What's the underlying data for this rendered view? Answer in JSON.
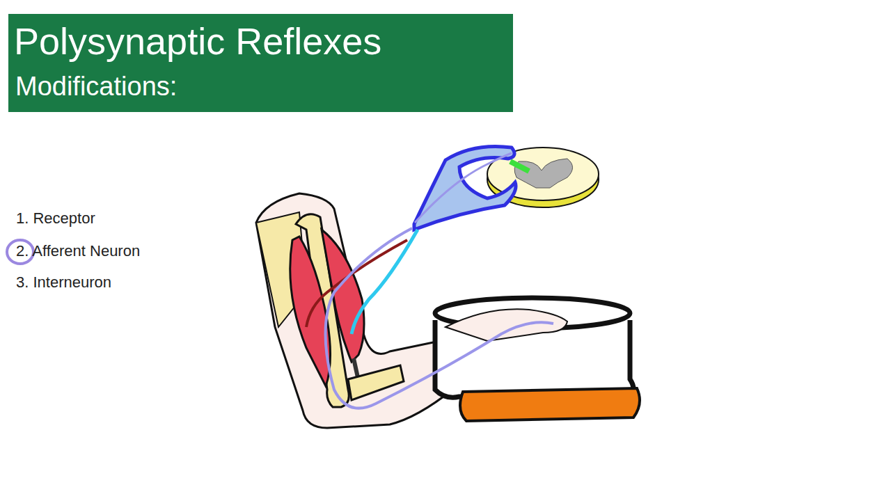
{
  "diagram": {
    "nodes": [
      {
        "text": [
          "Polysynaptic Reflexes",
          "Modifications:"
        ]
      }
    ],
    "labels": [
      "1. Receptor",
      "2. Afferent Neuron",
      "3. Interneuron"
    ]
  }
}
